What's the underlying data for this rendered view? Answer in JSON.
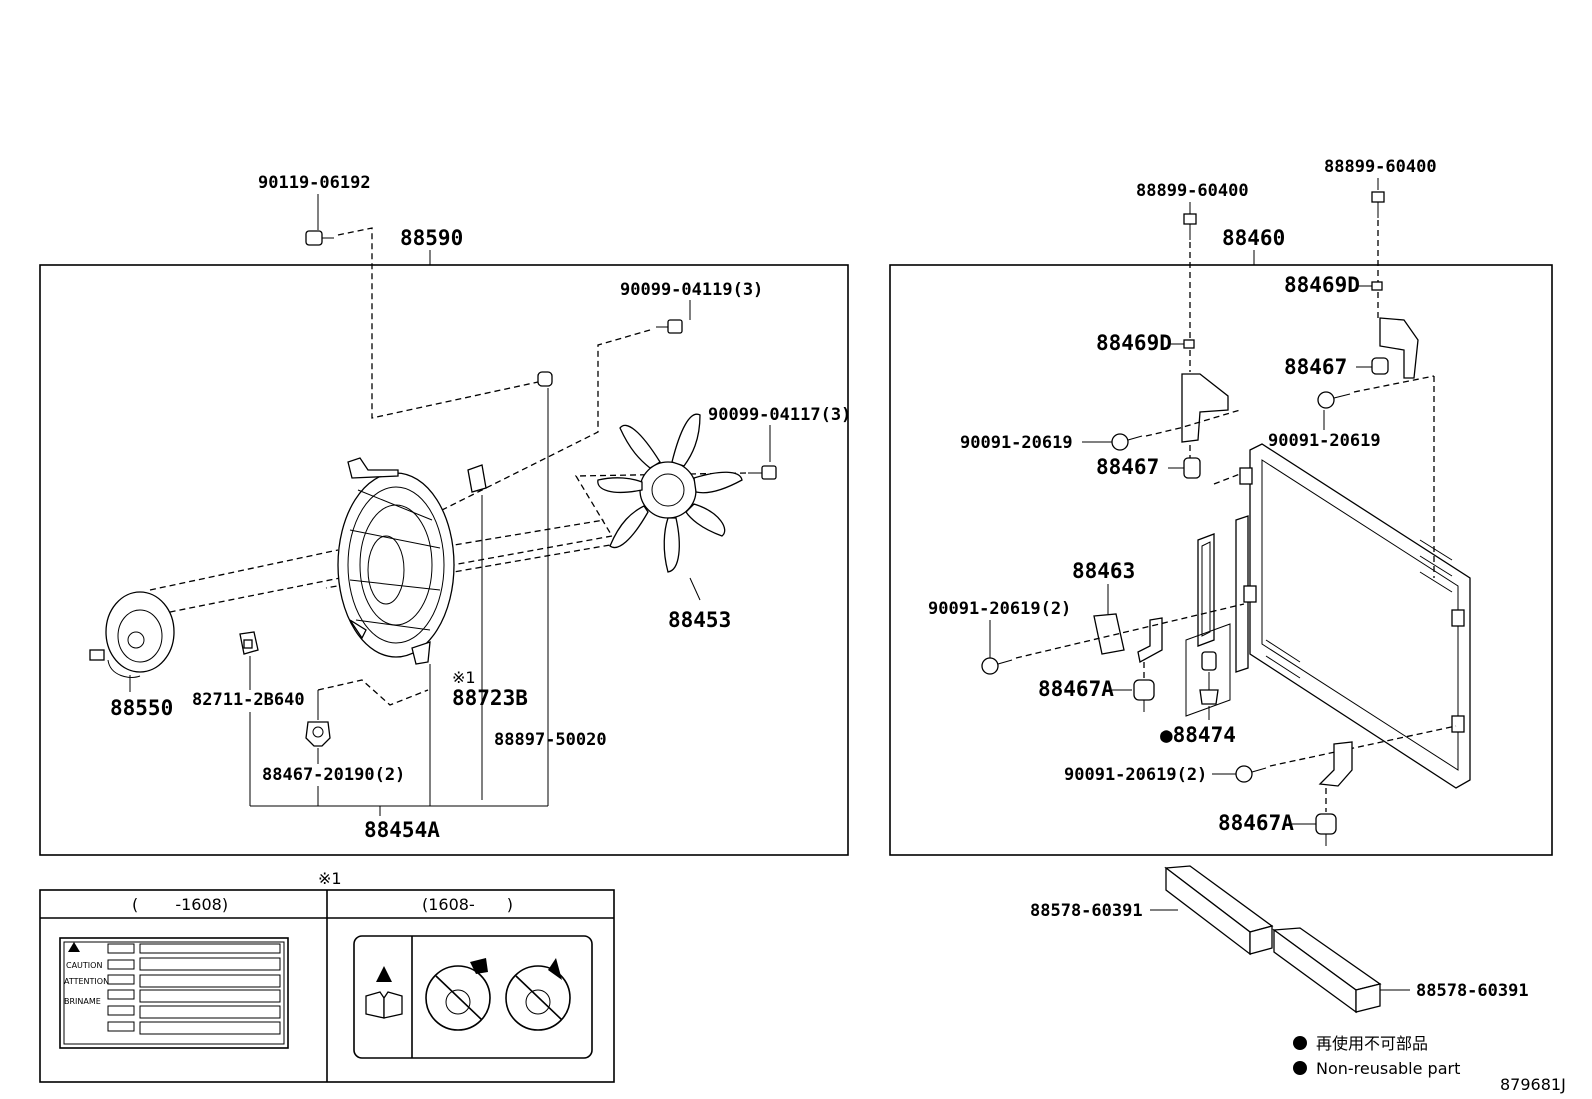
{
  "left_assembly": {
    "title": "88590",
    "parts": {
      "bolt_top": "90119-06192",
      "nut_3a": "90099-04119(3)",
      "nut_3b": "90099-04117(3)",
      "fan": "88453",
      "motor": "88550",
      "connector": "82711-2B640",
      "plug": "88467-20190(2)",
      "label_note_mark": "※1",
      "label": "88723B",
      "clip": "88897-50020",
      "shroud_group": "88454A"
    }
  },
  "right_assembly": {
    "title": "88460",
    "parts": {
      "bolt_a": "88899-60400",
      "bolt_b": "88899-60400",
      "washer_a": "88469D",
      "washer_b": "88469D",
      "cushion_a": "88467",
      "cushion_b": "88467",
      "screw_a": "90091-20619",
      "screw_b": "90091-20619",
      "screw_c": "90091-20619(2)",
      "screw_d": "90091-20619(2)",
      "bracket": "88463",
      "mount_a": "88467A",
      "mount_b": "88467A",
      "dryer": "●88474"
    }
  },
  "seals": {
    "upper": "88578-60391",
    "lower": "88578-60391"
  },
  "label_table": {
    "note_mark": "※1",
    "col1": "(　　 -1608)",
    "col2": "(1608-　　)",
    "caution_rows": [
      "CAUTION",
      "ATTENTION",
      "BRINAME"
    ]
  },
  "legend": {
    "jp": "再使用不可部品",
    "en": "Non-reusable part"
  },
  "diagram_id": "879681J"
}
